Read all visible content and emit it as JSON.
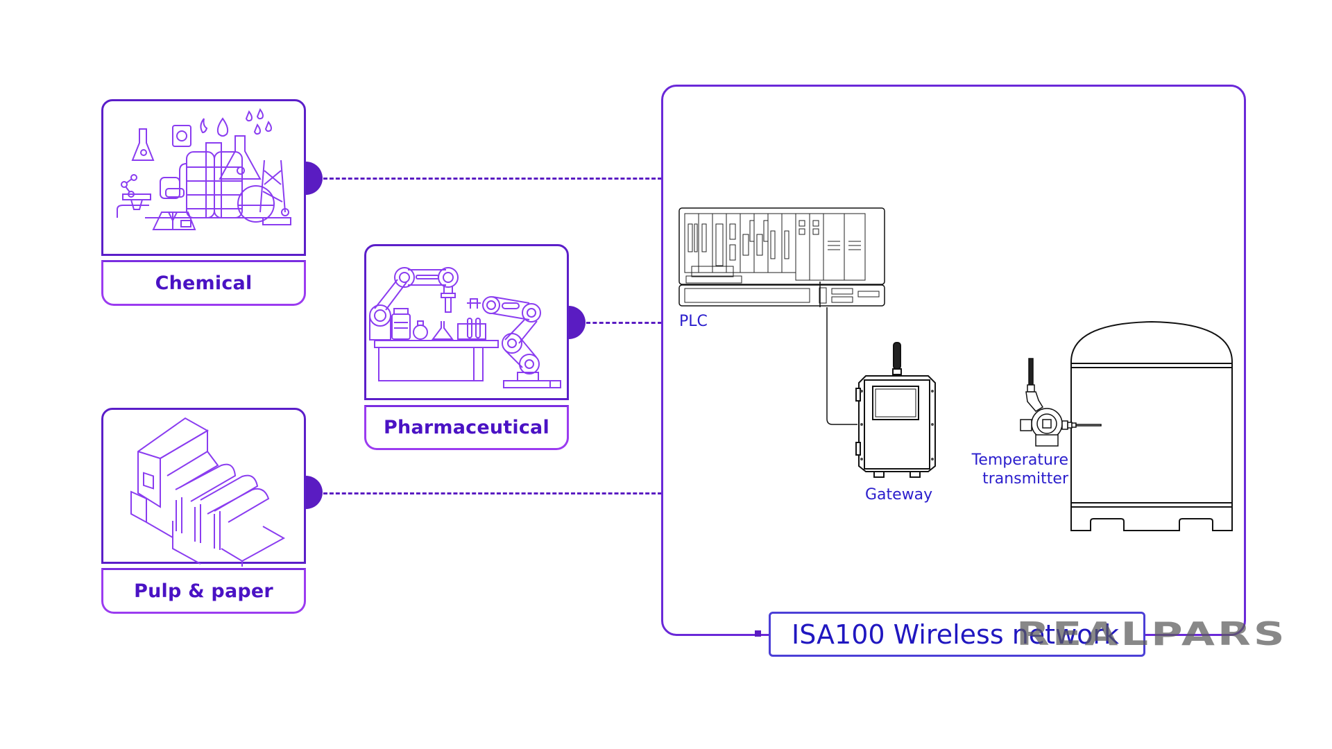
{
  "industries": [
    {
      "id": "chemical",
      "label": "Chemical",
      "icon": "chemical-plant-icon"
    },
    {
      "id": "pharmaceutical",
      "label": "Pharmaceutical",
      "icon": "robotic-lab-icon"
    },
    {
      "id": "pulp",
      "label": "Pulp & paper",
      "icon": "paper-machine-icon"
    }
  ],
  "network": {
    "title": "ISA100 Wireless network",
    "devices": {
      "plc": {
        "label": "PLC",
        "icon": "plc-rack-icon"
      },
      "gateway": {
        "label": "Gateway",
        "icon": "wireless-gateway-icon"
      },
      "transmitter": {
        "label_line1": "Temperature",
        "label_line2": "transmitter",
        "icon": "temperature-transmitter-icon"
      },
      "tank": {
        "icon": "tank-icon"
      }
    }
  },
  "watermark": "REALPARS",
  "colors": {
    "primary_purple": "#5a1cc2",
    "label_purple": "#4a12c4",
    "device_label_blue": "#2a1dcc",
    "frame_purple": "#6a28d8"
  }
}
